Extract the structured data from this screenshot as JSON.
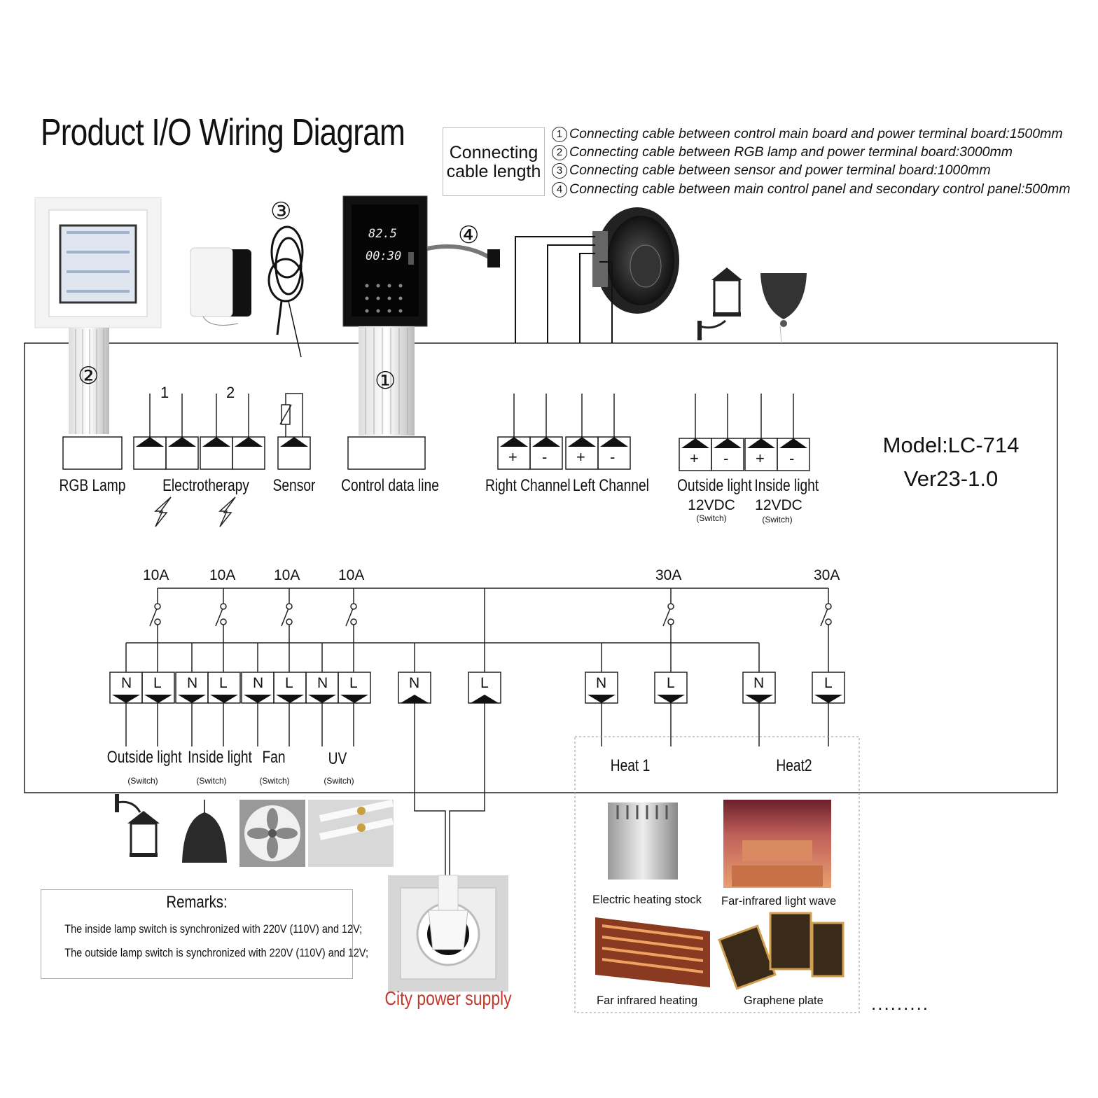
{
  "title": "Product I/O Wiring Diagram",
  "cable_box": {
    "line1": "Connecting",
    "line2": "cable length"
  },
  "cable_notes": [
    {
      "num": "1",
      "text": "Connecting cable between control main board and power terminal board:1500mm"
    },
    {
      "num": "2",
      "text": "Connecting cable between RGB lamp and power terminal board:3000mm"
    },
    {
      "num": "3",
      "text": "Connecting cable between sensor and power terminal board:1000mm"
    },
    {
      "num": "4",
      "text": "Connecting cable between main control panel and secondary control panel:500mm"
    }
  ],
  "model": {
    "model": "Model:LC-714",
    "version": "Ver23-1.0"
  },
  "display": {
    "temp": "82.5",
    "time": "00:30"
  },
  "top_labels": {
    "rgb": "RGB Lamp",
    "electrotherapy": "Electrotherapy",
    "ch1": "1",
    "ch2": "2",
    "sensor": "Sensor",
    "control": "Control data line",
    "right": "Right Channel",
    "left": "Left Channel",
    "outside": "Outside light",
    "inside": "Inside light",
    "volt1": "12VDC",
    "volt2": "12VDC",
    "switch": "(Switch)"
  },
  "polarity": {
    "plus": "+",
    "minus": "-"
  },
  "cable_numbers": {
    "n1": "①",
    "n2": "②",
    "n3": "③",
    "n4": "④"
  },
  "breakers": [
    "10A",
    "10A",
    "10A",
    "10A",
    "30A",
    "30A"
  ],
  "terminals": {
    "n": "N",
    "l": "L"
  },
  "bottom_labels": {
    "outside": "Outside light",
    "inside": "Inside light",
    "fan": "Fan",
    "uv": "UV",
    "switch": "(Switch)",
    "heat1": "Heat 1",
    "heat2": "Heat2"
  },
  "heaters": {
    "h1": "Electric heating stock",
    "h2": "Far-infrared light wave",
    "h3": "Far infrared heating",
    "h4": "Graphene plate",
    "more": "........."
  },
  "remarks": {
    "title": "Remarks:",
    "line1": "The inside lamp switch is synchronized with 220V (110V) and 12V;",
    "line2": "The outside lamp switch is synchronized with 220V (110V) and 12V;"
  },
  "city_power": "City power supply"
}
